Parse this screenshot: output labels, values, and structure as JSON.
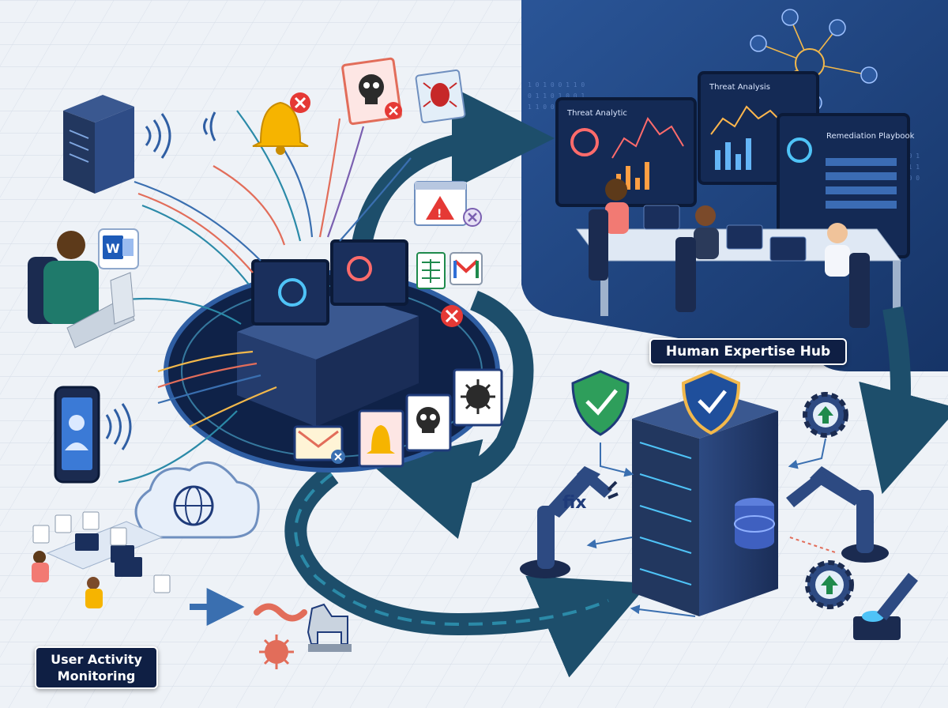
{
  "labels": {
    "hub": "Human Expertise Hub",
    "user_activity_line1": "User Activity",
    "user_activity_line2": "Monitoring"
  },
  "panels": {
    "threat_analytic": "Threat Analytic",
    "threat_analysis": "Threat Analysis",
    "remediation_playbook": "Remediation Playbook"
  },
  "annotations": {
    "fix": "fix"
  },
  "colors": {
    "hub_background": "#1f3f7a",
    "flow_arrow": "#1d4e6b",
    "flow_arrow_light": "#2b8aa8",
    "label_background": "#0f1f44",
    "alert_red": "#e53935",
    "alert_yellow": "#f6b400"
  },
  "icons": [
    "server-icon",
    "wifi-icon",
    "bell-alert-icon",
    "skull-alert-icon",
    "bug-alert-icon",
    "user-laptop-icon",
    "word-document-icon",
    "mobile-phone-icon",
    "cloud-globe-icon",
    "central-console-icon",
    "warning-window-icon",
    "spreadsheet-icon",
    "gmail-icon",
    "email-icon",
    "malware-icon",
    "worm-icon",
    "virus-icon",
    "trojan-horse-icon",
    "analyst-team-icon",
    "shield-check-icon",
    "secure-server-icon",
    "robot-arm-icon",
    "gear-upgrade-icon",
    "database-icon"
  ]
}
